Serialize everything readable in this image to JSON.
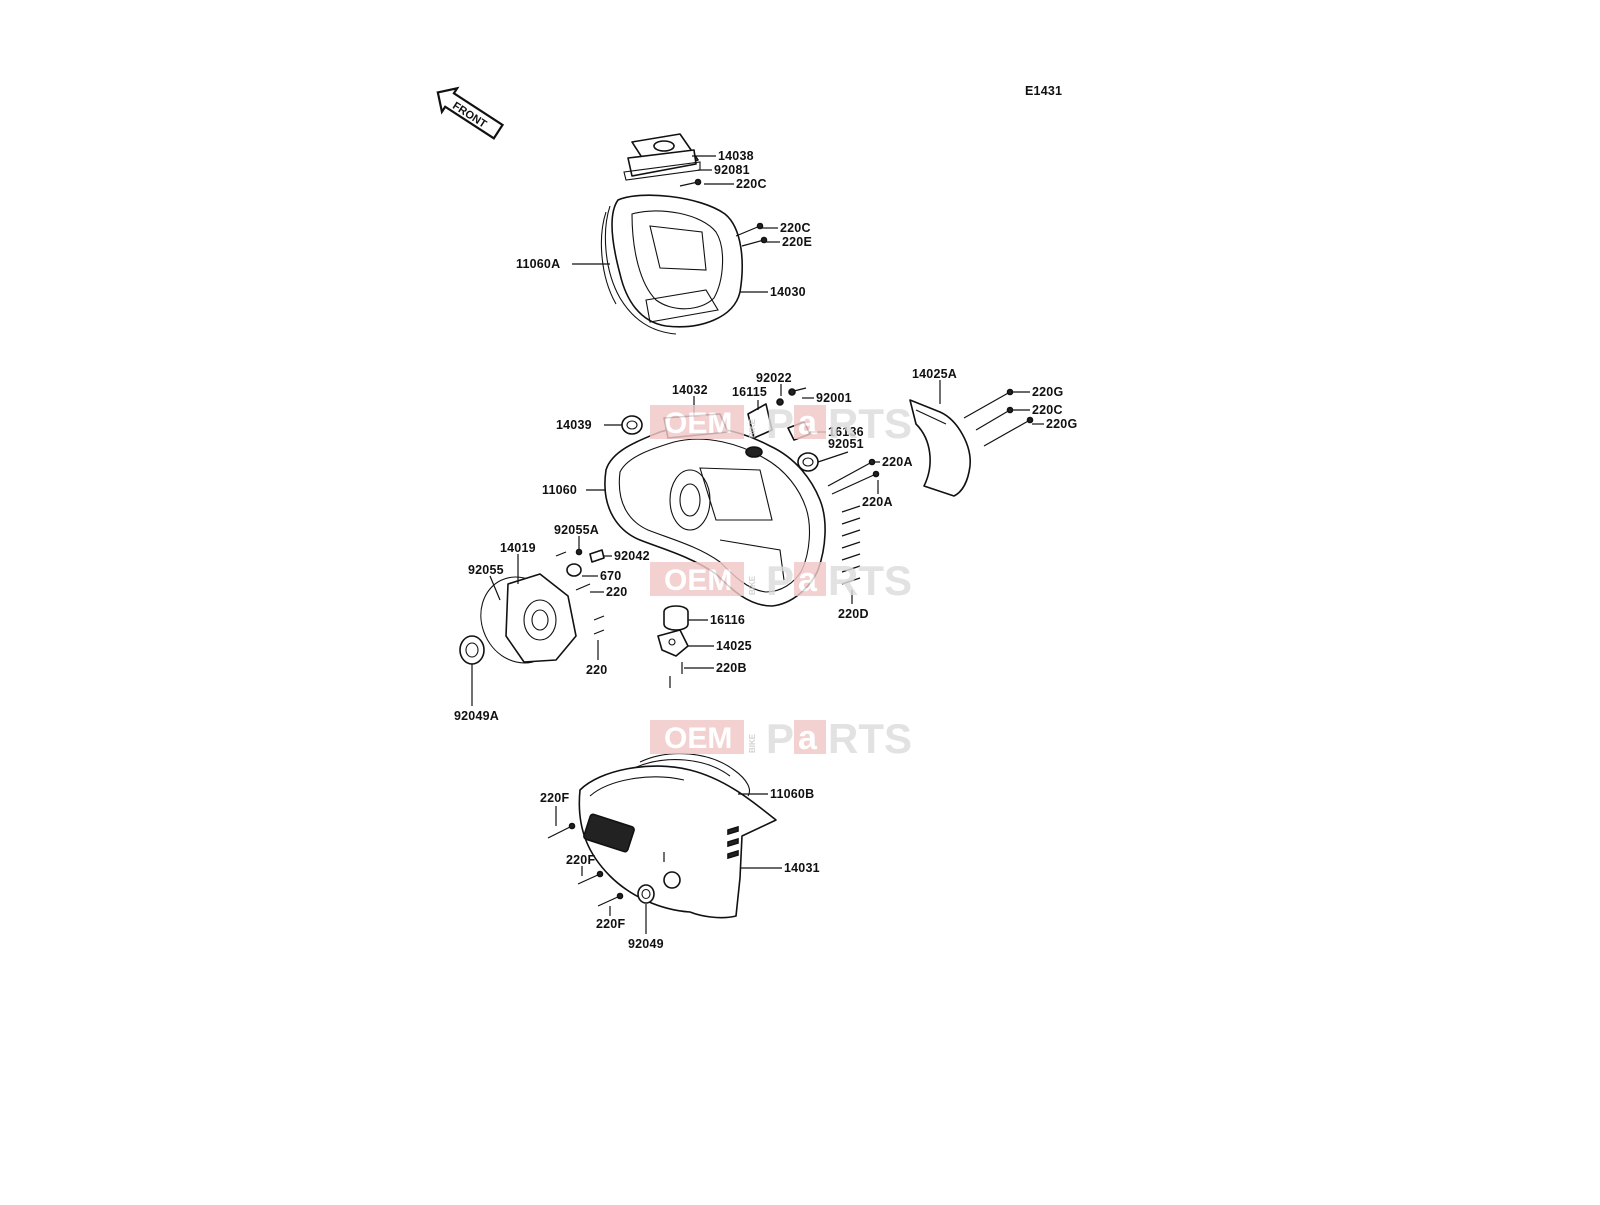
{
  "diagram_code": "E1431",
  "front_arrow_label": "FRONT",
  "watermark": {
    "oem": "OEM",
    "bike": "BIKE",
    "p": "P",
    "a": "a",
    "rts": "RTS"
  },
  "parts": [
    "14038",
    "92081",
    "220C",
    "220C",
    "220E",
    "11060A",
    "14030",
    "92022",
    "14032",
    "16115",
    "92001",
    "14025A",
    "220G",
    "220C",
    "220G",
    "14039",
    "16136",
    "92051",
    "220A",
    "11060",
    "220A",
    "92055A",
    "14019",
    "92042",
    "92055",
    "670",
    "220",
    "16116",
    "14025",
    "220",
    "220B",
    "92049A",
    "220D",
    "11060B",
    "220F",
    "220F",
    "14031",
    "220F",
    "92049"
  ]
}
